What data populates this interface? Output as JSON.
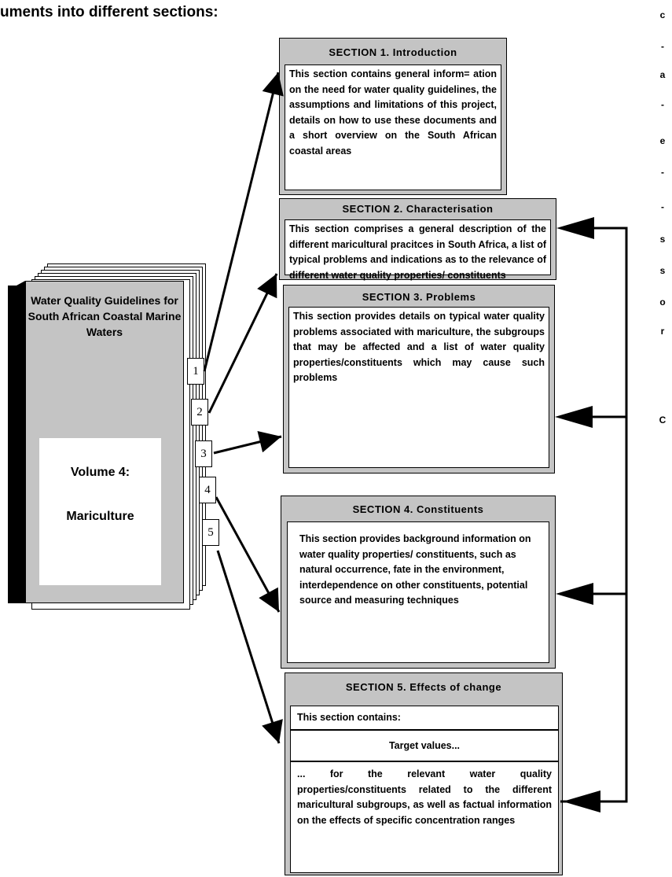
{
  "heading": "uments into different sections:",
  "book": {
    "title": "Water Quality Guidelines for South African Coastal Marine Waters",
    "volume": "Volume 4:",
    "subtitle": "Mariculture",
    "tabs": [
      "1",
      "2",
      "3",
      "4",
      "5"
    ]
  },
  "sections": [
    {
      "title": "SECTION  1.  Introduction",
      "body": "This section contains general inform= ation on the need for water quality guidelines, the assumptions and limitations of this project, details on how to use these documents and a short overview on the South African coastal areas"
    },
    {
      "title": "SECTION  2.  Characterisation",
      "body": "This section comprises a general description of the different maricultural pracitces in South Africa, a list of typical problems and indications as to the relevance of different water quality properties/ constituents"
    },
    {
      "title": "SECTION 3.  Problems",
      "body": "This section provides details on typical water quality problems associated with mariculture, the subgroups that may be affected and a list of water quality properties/constituents which may cause such problems"
    },
    {
      "title": "SECTION  4.  Constituents",
      "body": "This section provides background information on water quality properties/ constituents, such as natural occurrence, fate in the environment, interdependence on other constituents, potential source and measuring techniques"
    },
    {
      "title": "SECTION  5.  Effects of change",
      "intro": "This section contains:",
      "target": "Target values...",
      "body": "... for the relevant water quality properties/constituents related to the different maricultural subgroups, as well as factual information on the effects of specific concentration ranges"
    }
  ],
  "side_letters": [
    "c",
    "-",
    "a",
    "-",
    "e",
    "-",
    "-",
    "s",
    "s",
    "o",
    "r",
    "C"
  ]
}
